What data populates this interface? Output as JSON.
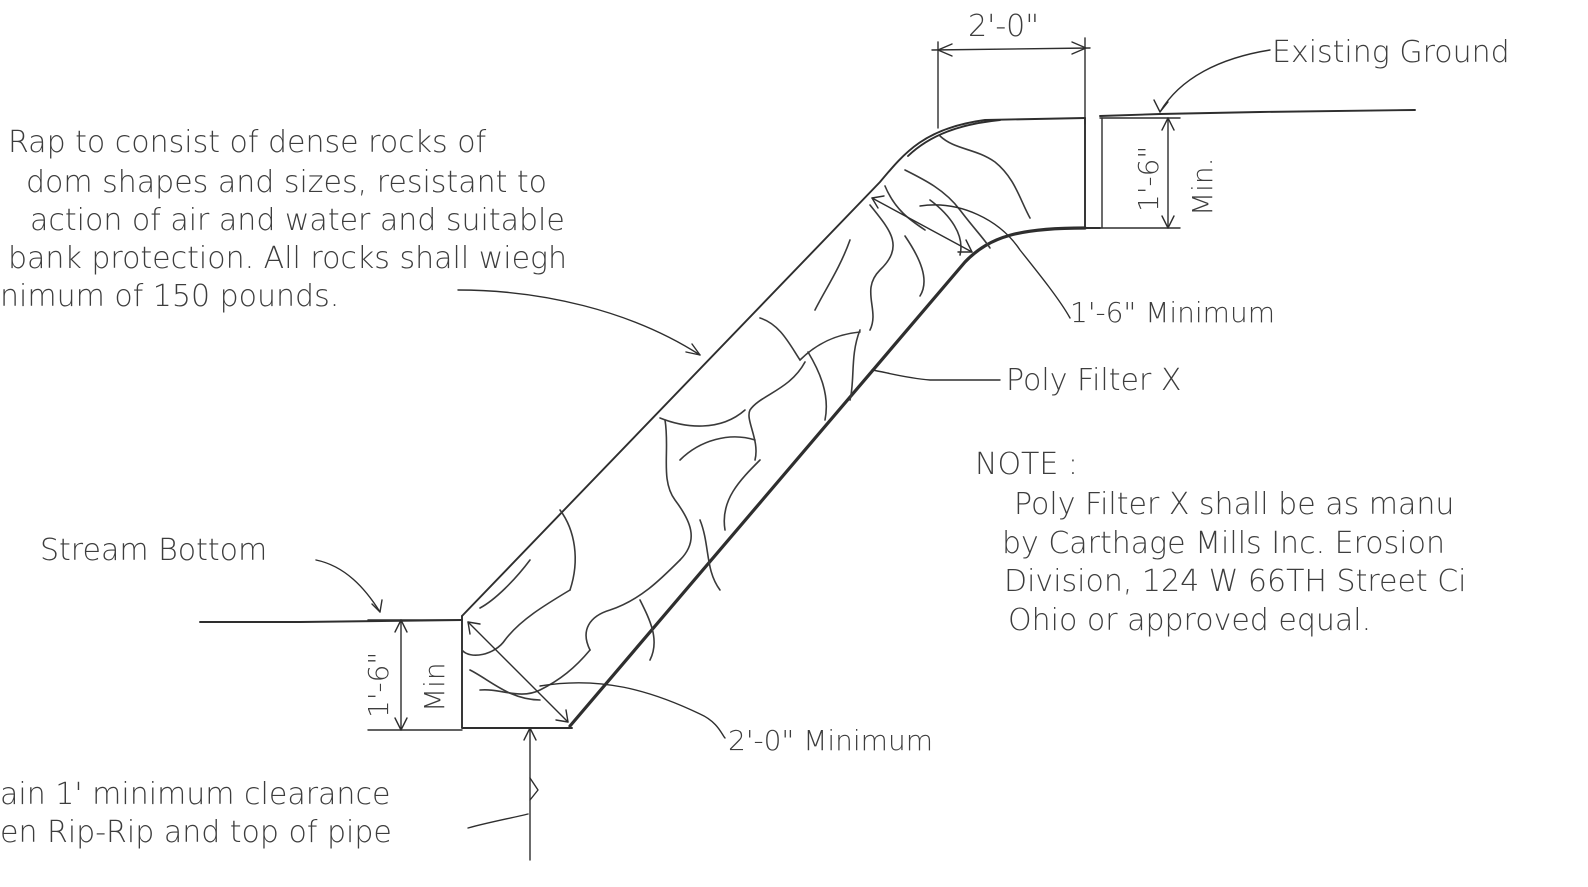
{
  "dimensions": {
    "top_width": "2'-0\"",
    "top_depth": "1'-6\"",
    "top_depth_suffix": "Min.",
    "bottom_depth": "1'-6\"",
    "bottom_depth_suffix": "Min",
    "slope_thickness": "1'-6\" Minimum",
    "toe_thickness": "2'-0\" Minimum"
  },
  "labels": {
    "existing_ground": "Existing Ground",
    "stream_bottom": "Stream Bottom",
    "poly_filter": "Poly Filter X"
  },
  "riprap_note": {
    "lines": [
      "Rap to consist of dense rocks of",
      "dom shapes and sizes, resistant to",
      "action of air and water and suitable",
      "bank protection. All rocks shall wiegh",
      "nimum of 150 pounds."
    ]
  },
  "clearance_note": {
    "lines": [
      "ain 1' minimum clearance",
      "en Rip-Rip and top of pipe"
    ]
  },
  "general_note": {
    "heading": "NOTE :",
    "lines": [
      "Poly Filter X shall be as manu",
      "by Carthage Mills Inc. Erosion",
      "Division, 124 W 66TH Street Ci",
      "Ohio or approved equal."
    ]
  }
}
